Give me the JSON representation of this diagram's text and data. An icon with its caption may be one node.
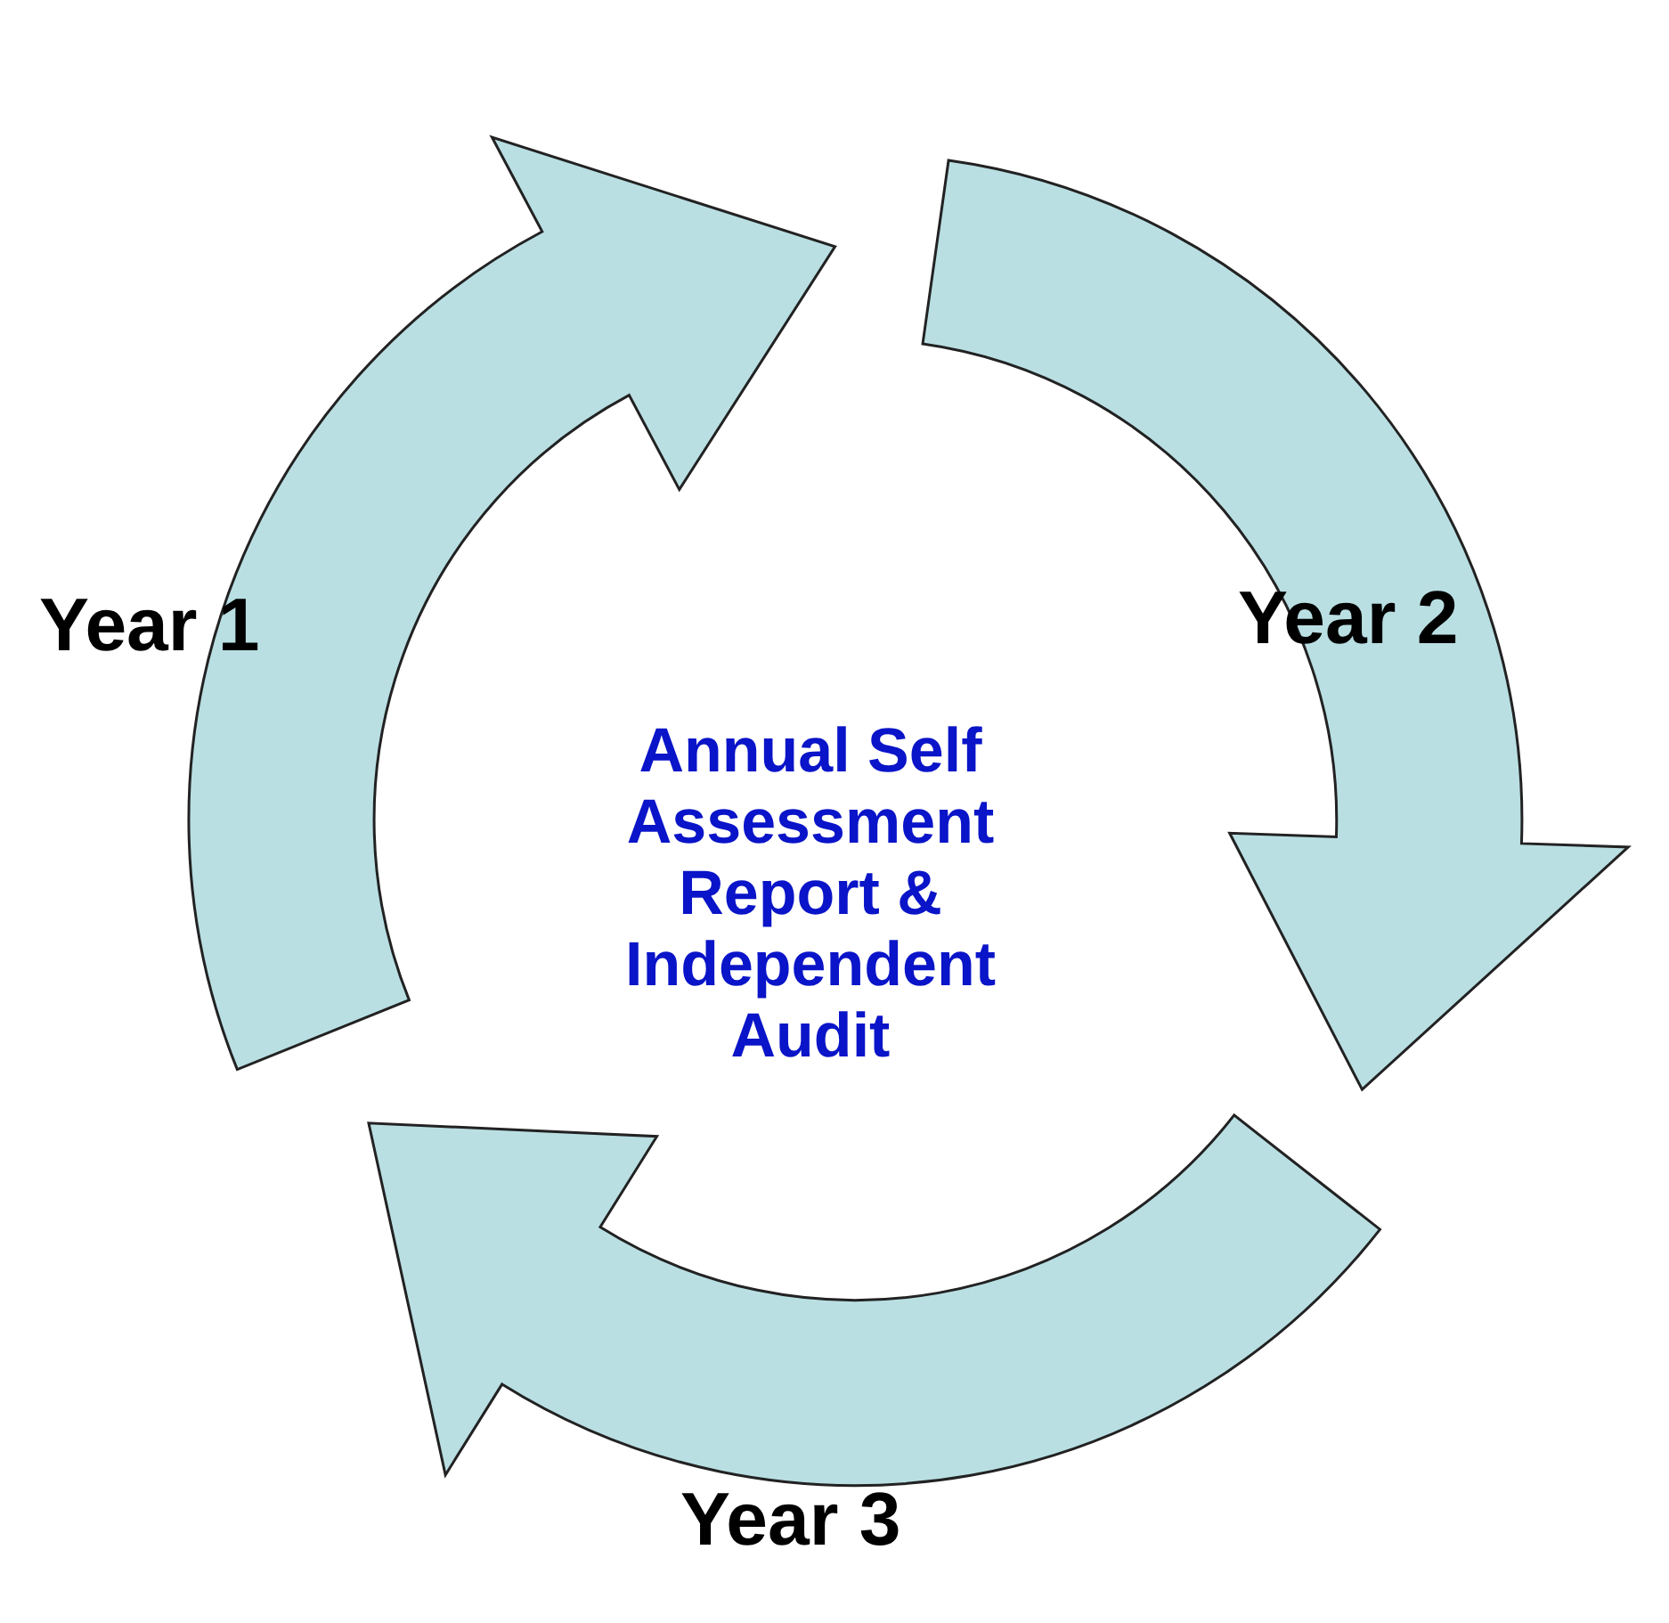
{
  "diagram": {
    "nodes": [
      {
        "text": [
          "Year 1"
        ]
      },
      {
        "text": [
          "Year 2"
        ]
      },
      {
        "text": [
          "Year 3"
        ]
      }
    ],
    "labels": [
      "Annual Self Assessment Report & Independent Audit"
    ]
  }
}
